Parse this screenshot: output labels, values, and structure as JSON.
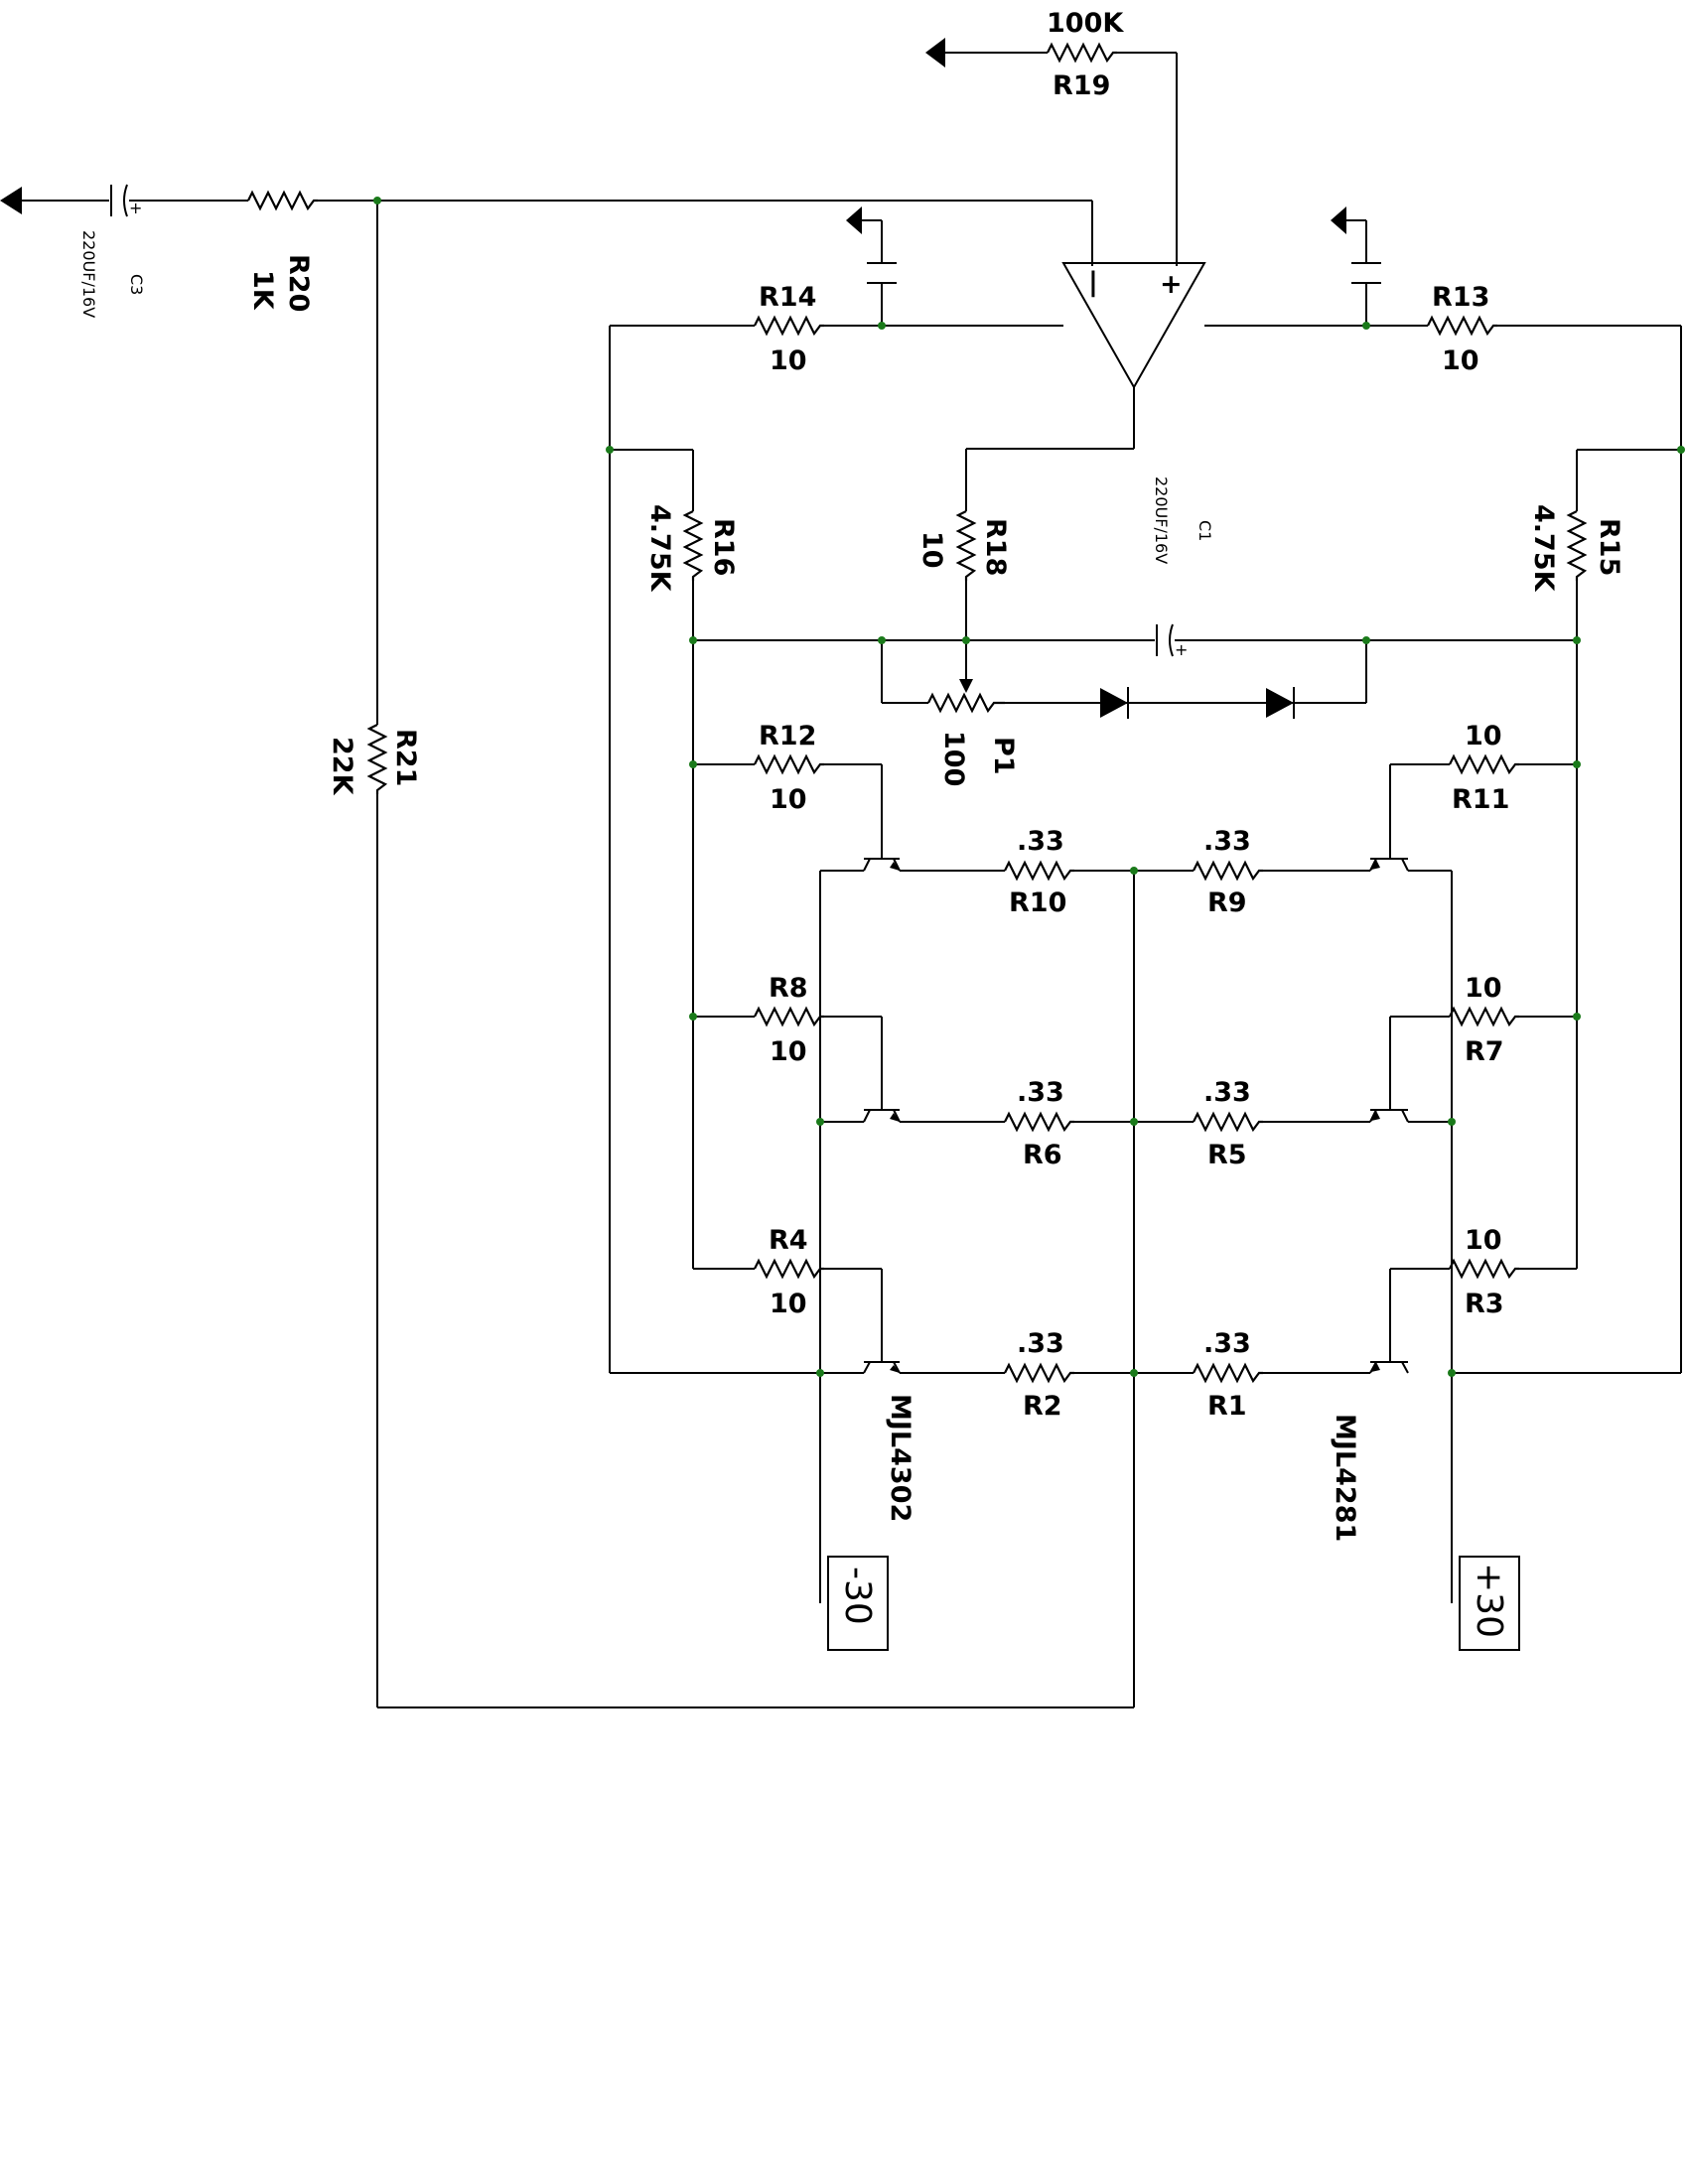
{
  "schematic": {
    "resistors": [
      {
        "ref": "R19",
        "value": "100K"
      },
      {
        "ref": "R20",
        "value": "1K"
      },
      {
        "ref": "R14",
        "value": "10"
      },
      {
        "ref": "R13",
        "value": "10"
      },
      {
        "ref": "R16",
        "value": "4.75K"
      },
      {
        "ref": "R18",
        "value": "10"
      },
      {
        "ref": "R15",
        "value": "4.75K"
      },
      {
        "ref": "R21",
        "value": "22K"
      },
      {
        "ref": "R12",
        "value": "10"
      },
      {
        "ref": "R11",
        "value": "10"
      },
      {
        "ref": "R10",
        "value": ".33"
      },
      {
        "ref": "R9",
        "value": ".33"
      },
      {
        "ref": "R8",
        "value": "10"
      },
      {
        "ref": "R7",
        "value": "10"
      },
      {
        "ref": "R6",
        "value": ".33"
      },
      {
        "ref": "R5",
        "value": ".33"
      },
      {
        "ref": "R4",
        "value": "10"
      },
      {
        "ref": "R3",
        "value": "10"
      },
      {
        "ref": "R2",
        "value": ".33"
      },
      {
        "ref": "R1",
        "value": ".33"
      }
    ],
    "capacitors": [
      {
        "ref": "C3",
        "value": "220UF/16V"
      },
      {
        "ref": "C1",
        "value": "220UF/16V"
      }
    ],
    "potentiometer": {
      "ref": "P1",
      "value": "100"
    },
    "opamp": {
      "inv": "|",
      "noninv": "+"
    },
    "transistors": {
      "pnp": "MJL4302",
      "npn": "MJL4281"
    },
    "supplies": {
      "neg": "-30",
      "pos": "+30"
    }
  }
}
